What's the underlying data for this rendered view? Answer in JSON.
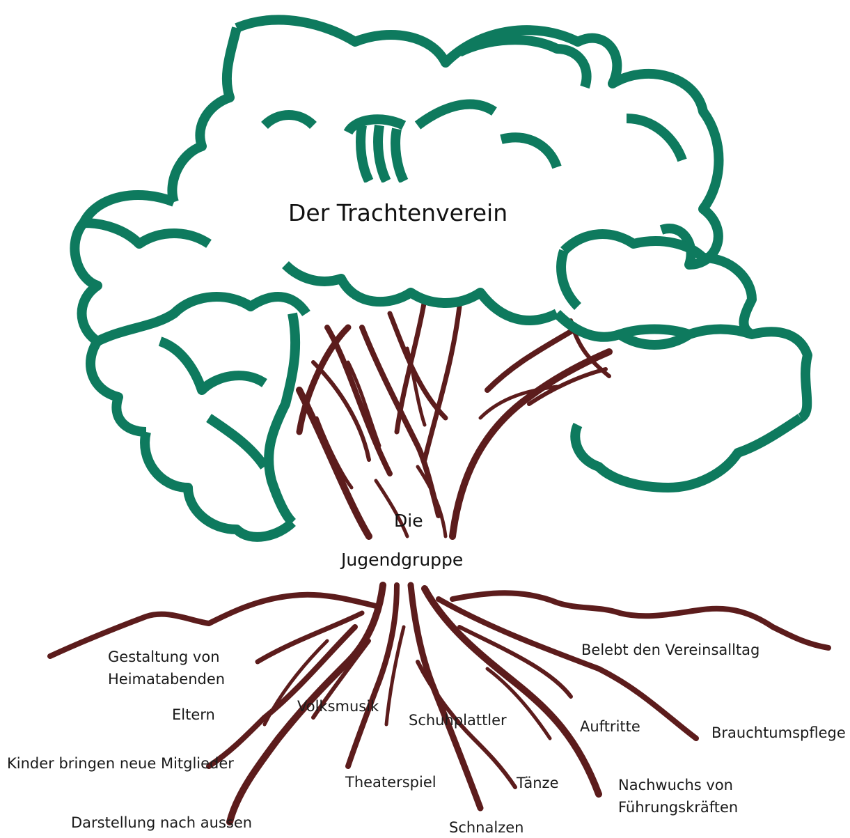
{
  "title": "Der Trachtenverein",
  "center": {
    "line1": "Die",
    "line2": "Jugendgruppe"
  },
  "roots": {
    "gestaltung_line1": "Gestaltung von",
    "gestaltung_line2": "Heimatabenden",
    "eltern": "Eltern",
    "kinder": "Kinder bringen neue Mitglieder",
    "darstellung": "Darstellung nach aussen",
    "volksmusik": "Volksmusik",
    "theaterspiel": "Theaterspiel",
    "schuhplattler": "Schuhplattler",
    "schnalzen": "Schnalzen",
    "taenze": "Tänze",
    "auftritte": "Auftritte",
    "belebt": "Belebt den Vereinsalltag",
    "brauchtum": "Brauchtumspflege",
    "nachwuchs_line1": "Nachwuchs von",
    "nachwuchs_line2": "Führungskräften"
  },
  "colors": {
    "foliage": "#0e7a5e",
    "trunk": "#5c1c1c",
    "text": "#111111"
  }
}
